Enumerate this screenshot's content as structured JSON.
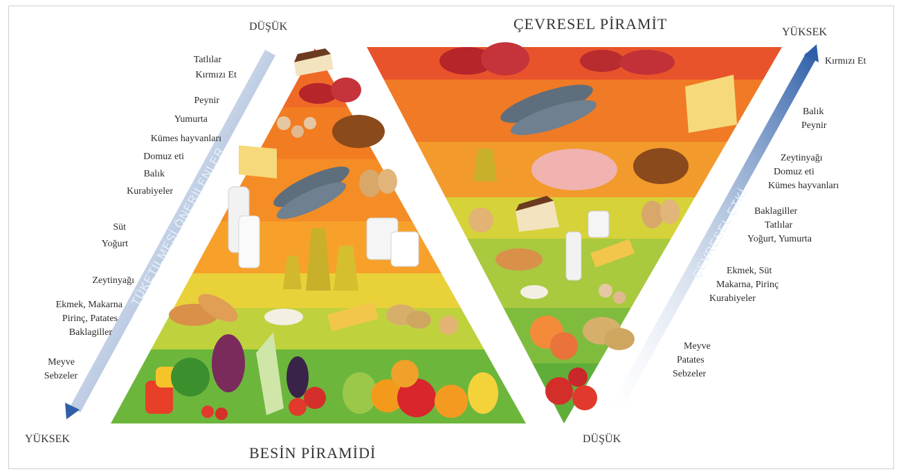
{
  "titles": {
    "environmental": "ÇEVRESEL PİRAMİT",
    "food": "BESİN PİRAMİDİ"
  },
  "left_axis": {
    "top": "DÜŞÜK",
    "bottom": "YÜKSEK",
    "arrow_label": "TÜKETİLMESİ ÖNERİLENLER"
  },
  "right_axis": {
    "top": "YÜKSEK",
    "bottom": "DÜŞÜK",
    "arrow_label": "ÇEVRESEL ETKİ"
  },
  "left_labels": [
    "Tatlılar",
    "Kırmızı Et",
    "Peynir",
    "Yumurta",
    "Kümes hayvanları",
    "Domuz eti",
    "Balık",
    "Kurabiyeler",
    "Süt",
    "Yoğurt",
    "Zeytinyağı",
    "Ekmek, Makarna",
    "Pirinç, Patates",
    "Baklagiller",
    "Meyve",
    "Sebzeler"
  ],
  "right_labels": [
    "Kırmızı Et",
    "Balık",
    "Peynir",
    "Zeytinyağı",
    "Domuz eti",
    "Kümes hayvanları",
    "Baklagiller",
    "Tatlılar",
    "Yoğurt, Yumurta",
    "Ekmek, Süt",
    "Makarna, Pirinç",
    "Kurabiyeler",
    "Meyve",
    "Patates",
    "Sebzeler"
  ],
  "colors": {
    "band_red": "#e8532b",
    "band_orange": "#f27c22",
    "band_light_orange": "#f7a12b",
    "band_yellow": "#f3c52a",
    "band_lime": "#c7d33a",
    "band_green": "#8ec13f",
    "band_dark_green": "#5fae3a",
    "arrow_blue": "#3d6fb3"
  }
}
